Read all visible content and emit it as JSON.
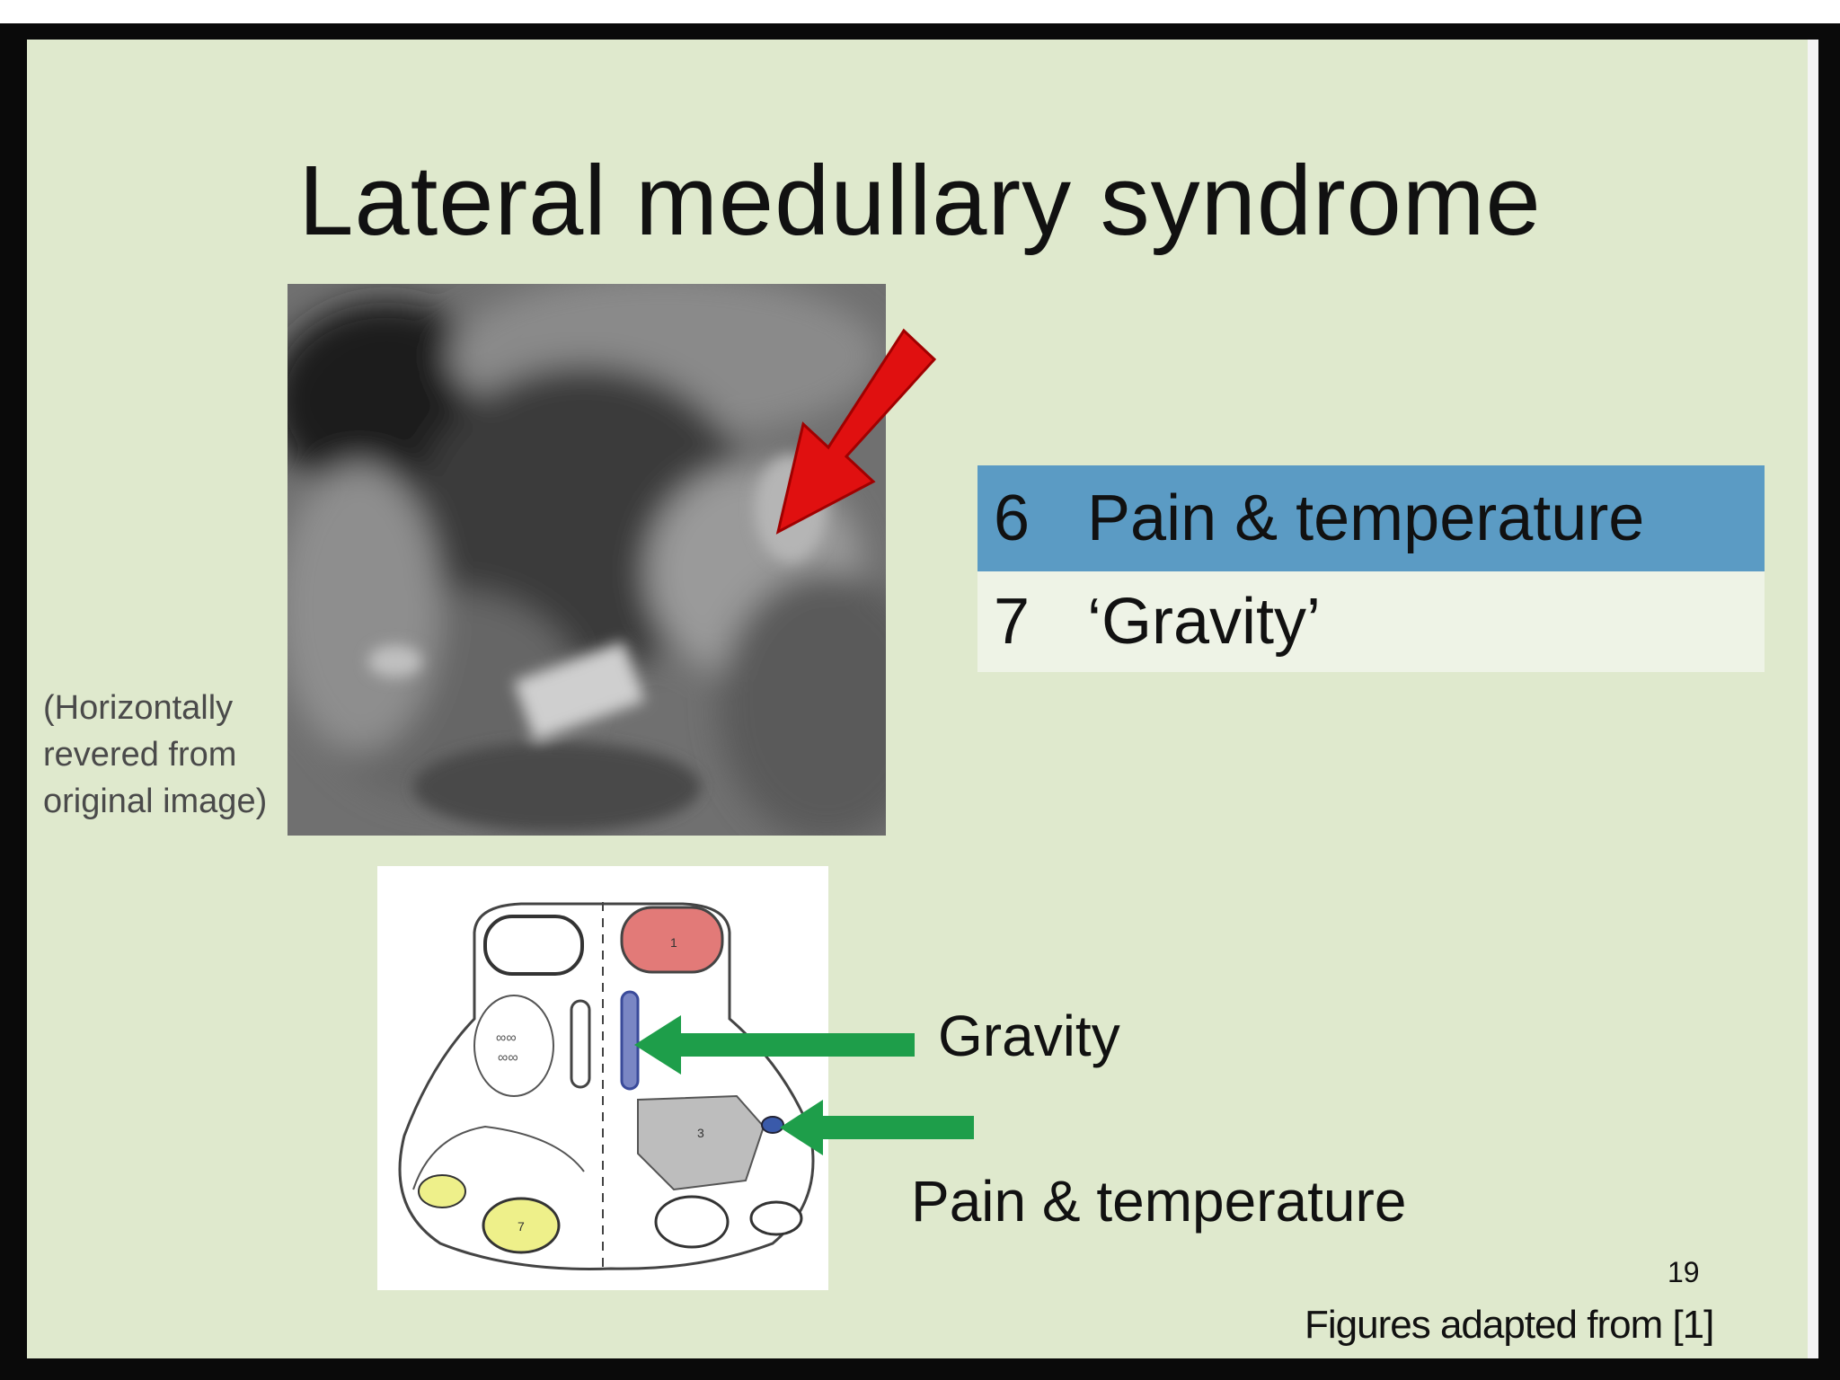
{
  "slide": {
    "title": "Lateral medullary syndrome",
    "mri_caption": [
      "(Horizontally",
      "revered from",
      "original image)"
    ],
    "table": [
      {
        "number": "6",
        "label": "Pain & temperature"
      },
      {
        "number": "7",
        "label": "‘Gravity’"
      }
    ],
    "diagram_labels": {
      "gravity": "Gravity",
      "pain_temperature": "Pain & temperature"
    },
    "page_number": "19",
    "credit": "Figures adapted from [1]"
  },
  "colors": {
    "slide_background": "#dfe9cd",
    "table_highlight": "#5b9bc4",
    "red_arrow": "#e01010",
    "green_arrow": "#1e9e4a"
  },
  "icons": [
    "red-arrow-icon",
    "green-arrow-icon"
  ]
}
